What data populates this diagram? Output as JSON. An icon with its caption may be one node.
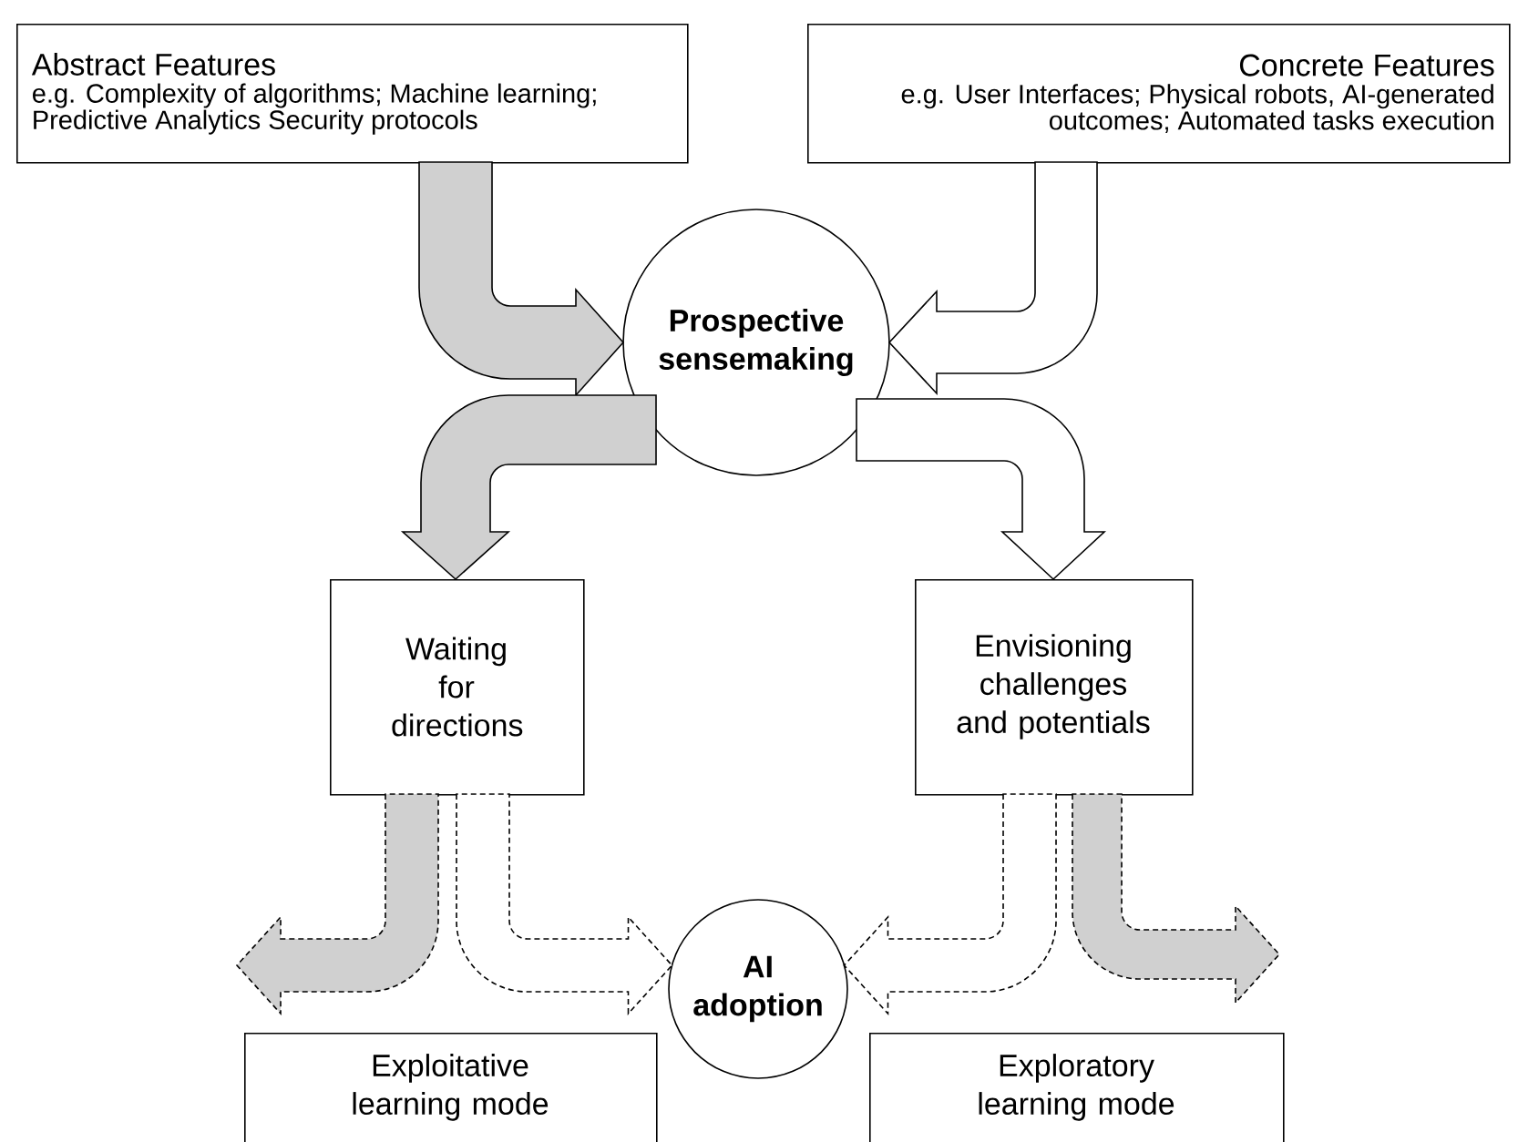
{
  "diagram": {
    "nodes": [
      {
        "text": [
          "Abstract Features",
          "e.g. Complexity of algorithms; Machine learning; Predictive Analytics Security protocols"
        ]
      },
      {
        "text": [
          "Concrete Features",
          "e.g. User Interfaces; Physical robots, AI-generated outcomes; Automated tasks execution"
        ]
      },
      {
        "text": [
          "Prospective sensemaking"
        ]
      },
      {
        "text": [
          "Waiting for directions"
        ]
      },
      {
        "text": [
          "Envisioning challenges and potentials"
        ]
      },
      {
        "text": [
          "AI adoption"
        ]
      },
      {
        "text": [
          "Exploitative learning mode"
        ]
      },
      {
        "text": [
          "Exploratory learning mode"
        ]
      }
    ],
    "edges": [
      {
        "from": 0,
        "to": 2,
        "arrow": "to",
        "color": "#d0d0d0"
      },
      {
        "from": 1,
        "to": 2,
        "arrow": "to"
      },
      {
        "from": 2,
        "to": 3,
        "arrow": "to",
        "color": "#d0d0d0"
      },
      {
        "from": 2,
        "to": 4,
        "arrow": "to"
      },
      {
        "from": 3,
        "to": null,
        "arrow": "to",
        "style": "dashed",
        "color": "#d0d0d0"
      },
      {
        "from": 3,
        "to": 5,
        "arrow": "to",
        "style": "dashed"
      },
      {
        "from": 4,
        "to": 5,
        "arrow": "to",
        "style": "dashed"
      },
      {
        "from": 4,
        "to": null,
        "arrow": "to",
        "style": "dashed",
        "color": "#d0d0d0"
      }
    ]
  }
}
